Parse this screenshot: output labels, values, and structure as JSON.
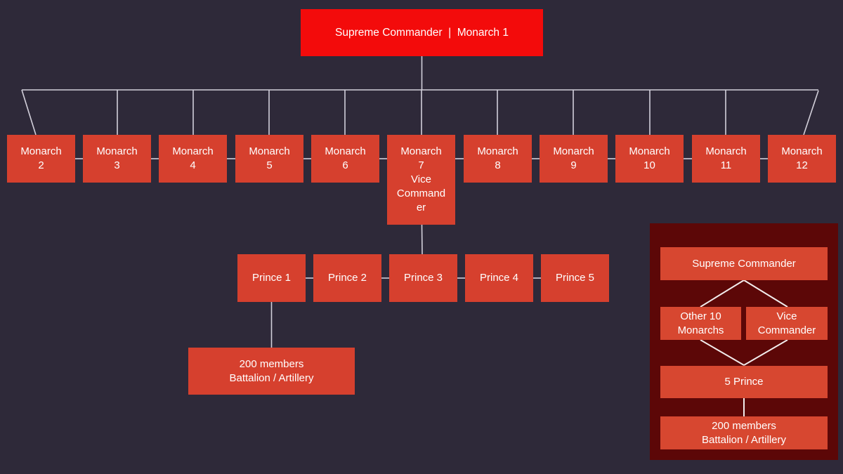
{
  "colors": {
    "page-bg": "#2e2939",
    "root-red": "#f30b0b",
    "node-red": "#d6402e",
    "panel-bg": "#5c0707",
    "panel-node-red": "#d74730",
    "line-main": "#d2cfda",
    "line-panel": "#f2ecec",
    "text": "#ffffff"
  },
  "org": {
    "root": {
      "label": "Supreme Commander  |  Monarch 1"
    },
    "monarchs": [
      {
        "label": "Monarch\n2"
      },
      {
        "label": "Monarch\n3"
      },
      {
        "label": "Monarch\n4"
      },
      {
        "label": "Monarch\n5"
      },
      {
        "label": "Monarch\n6"
      },
      {
        "label": "Monarch\n7\nVice Commander"
      },
      {
        "label": "Monarch\n8"
      },
      {
        "label": "Monarch\n9"
      },
      {
        "label": "Monarch\n10"
      },
      {
        "label": "Monarch\n11"
      },
      {
        "label": "Monarch\n12"
      }
    ],
    "princes": [
      {
        "label": "Prince 1"
      },
      {
        "label": "Prince 2"
      },
      {
        "label": "Prince 3"
      },
      {
        "label": "Prince 4"
      },
      {
        "label": "Prince 5"
      }
    ],
    "battalion": {
      "label": "200 members\nBattalion / Artillery"
    }
  },
  "legend": {
    "supreme": {
      "label": "Supreme Commander"
    },
    "other_monarchs": {
      "label": "Other 10 Monarchs"
    },
    "vice_commander": {
      "label": "Vice Commander"
    },
    "princes": {
      "label": "5 Prince"
    },
    "battalion": {
      "label": "200 members\nBattalion / Artillery"
    }
  }
}
